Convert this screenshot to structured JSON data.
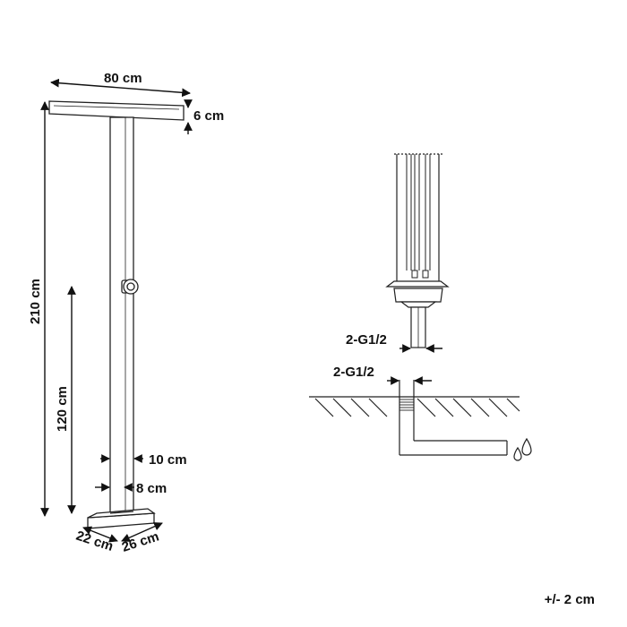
{
  "dimensions": {
    "width": "80 cm",
    "bar_thickness": "6 cm",
    "total_height": "210 cm",
    "valve_height": "120 cm",
    "column_outer": "10 cm",
    "column_inner": "8 cm",
    "base_depth": "22 cm",
    "base_width": "26 cm"
  },
  "fittings": {
    "upper_thread": "2-G1/2",
    "lower_thread": "2-G1/2"
  },
  "tolerance": "+/- 2 cm",
  "icons": [
    "water-drops-icon"
  ]
}
